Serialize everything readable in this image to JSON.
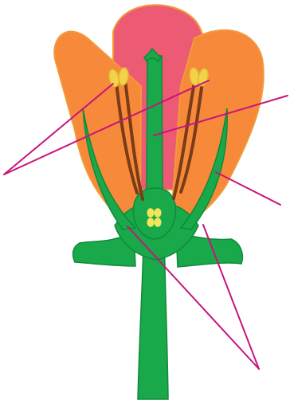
{
  "diagram": {
    "type": "flower-cross-section",
    "labels": [],
    "colors": {
      "background": "#FFFFFF",
      "petal": "#F7893A",
      "petal_outline": "#F09A3A",
      "inner_petal": "#EC5A74",
      "green_parts": "#19A84A",
      "green_dark": "#0E8A3A",
      "anther": "#F4D247",
      "filament": "#7A3C16",
      "ovule": "#F3E45A",
      "leader_lines": "#C8147A"
    },
    "parts": [
      "petal",
      "sepal",
      "stamen",
      "anther",
      "filament",
      "stigma",
      "style",
      "ovary",
      "ovule",
      "receptacle",
      "stem"
    ]
  }
}
